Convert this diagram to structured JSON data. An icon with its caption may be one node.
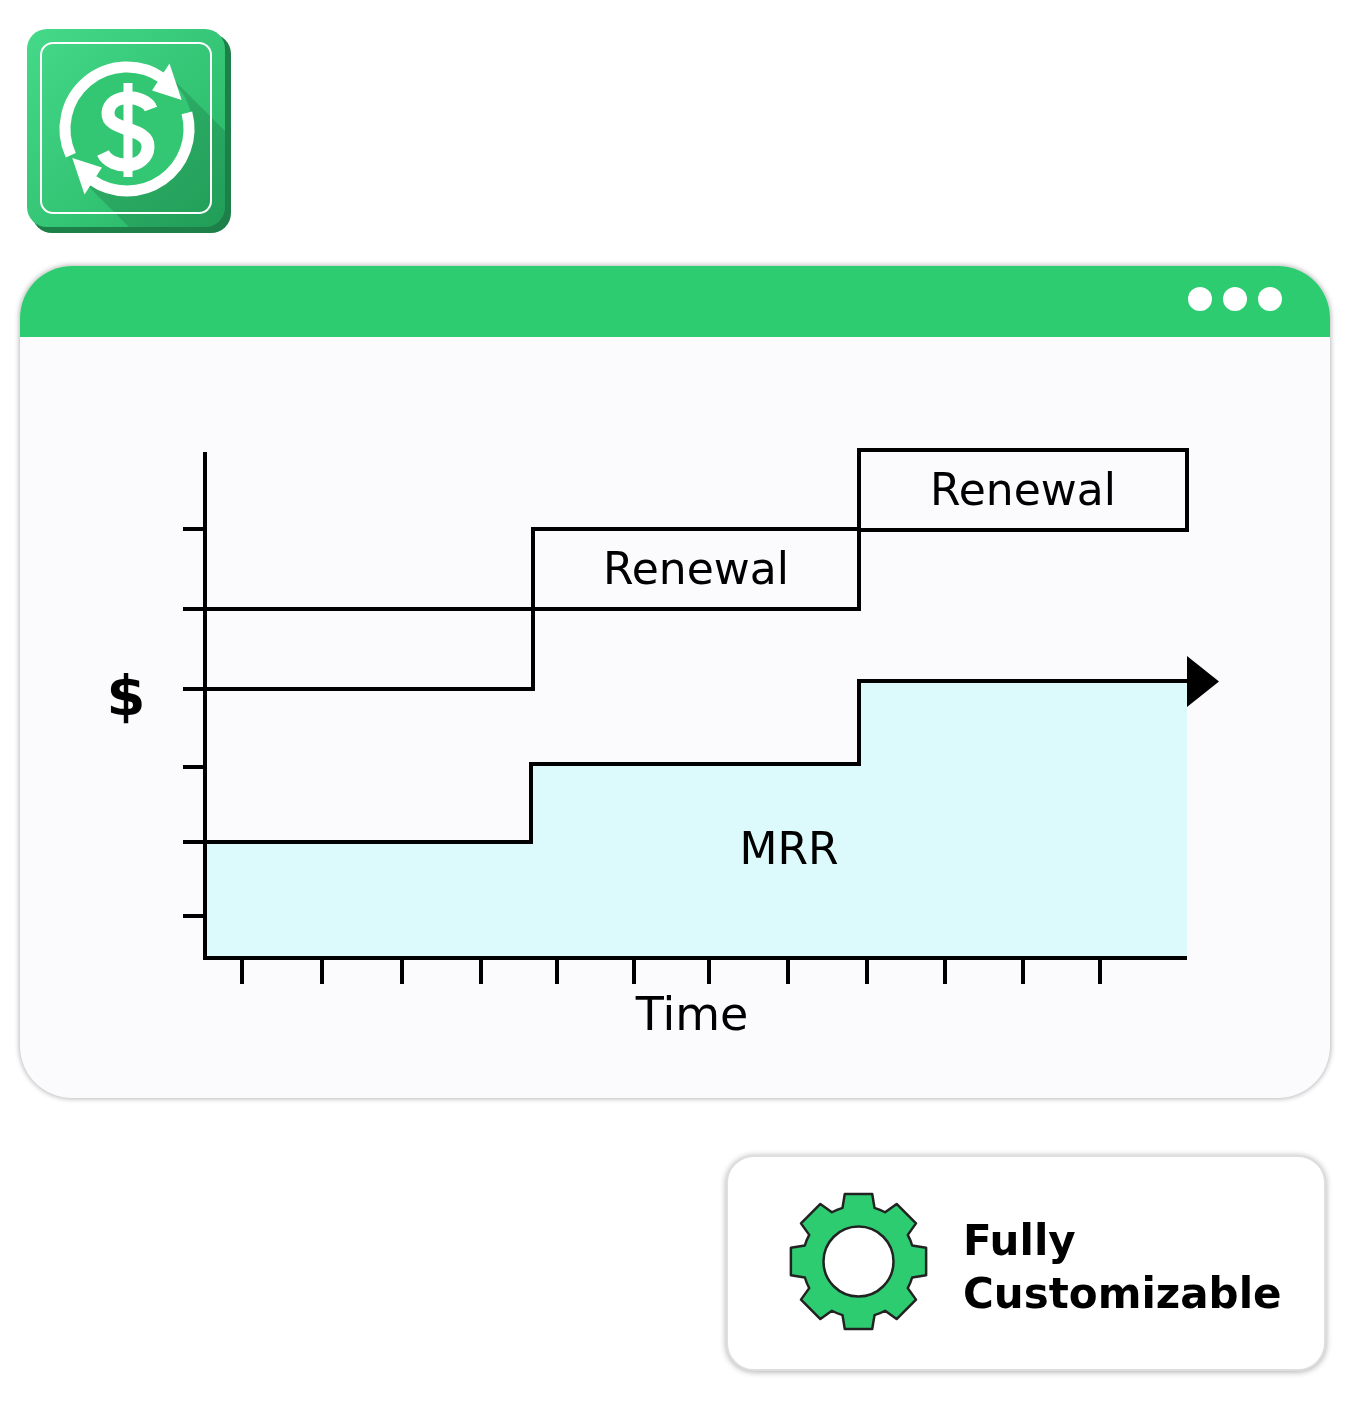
{
  "diagram": {
    "nodes": [
      {
        "text": [],
        "shape": "window"
      },
      {
        "text": [
          "Renewal"
        ],
        "in": 0
      },
      {
        "text": [
          "Renewal"
        ],
        "in": 0
      },
      {
        "text": [],
        "shape": "box",
        "in": 0
      },
      {
        "text": [
          "MRR"
        ],
        "in": 0
      },
      {
        "text": [
          "Fully Customizable"
        ]
      }
    ],
    "labels": [
      "$",
      "Time"
    ]
  }
}
